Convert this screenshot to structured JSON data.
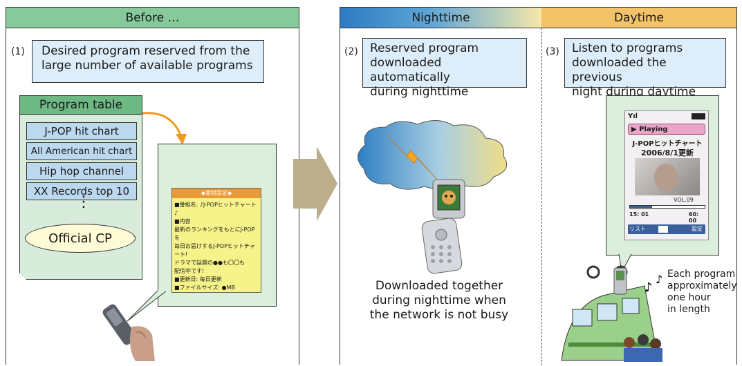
{
  "panel1": {
    "header": "Before …",
    "step_number": "(1)",
    "caption_lines": [
      "Desired program reserved from the",
      "large number of available programs"
    ],
    "program_table_title": "Program table",
    "programs": [
      "J-POP hit chart",
      "All American hit chart",
      "Hip hop channel",
      "XX Records top 10"
    ],
    "more": "⋮",
    "official": "Official CP",
    "phone_screen_title": "◆番組設定◆",
    "phone_screen_lines": [
      "■番組名: ♪J-POPヒットチャート♪",
      "■内容",
      "最新のランキングをもとにJ-POPを",
      "毎日お届けするJ-POPヒットチャート!",
      "ドラマで話題の●●も〇〇も",
      "配信中です!",
      "■更新日: 毎日更新",
      "■ファイルサイズ: ●MB"
    ]
  },
  "panel2": {
    "header": "Nighttime",
    "step_number": "(2)",
    "caption_lines": [
      "Reserved program",
      "downloaded automatically",
      "during nighttime"
    ],
    "bottom_caption_lines": [
      "Downloaded together",
      "during nighttime when",
      "the network is not busy"
    ]
  },
  "panel3": {
    "header": "Daytime",
    "step_number": "(3)",
    "caption_lines": [
      "Listen to programs",
      "downloaded the previous",
      "night during daytime"
    ],
    "screen": {
      "playing": "▶ Playing",
      "title": "J-POPヒットチャート",
      "date": "2006/8/1更新",
      "vol": "VOL.09",
      "time_start": "15: 01",
      "time_end": "60: 00",
      "btn_list": "リスト",
      "btn_setting": "設定"
    },
    "note_lines": [
      "Each program",
      "approximately",
      "one hour",
      "in length"
    ]
  },
  "colors": {
    "panel1_header": "#86c99a",
    "caption_bg": "#ddeefa",
    "daytime_header": "#f4c269",
    "nighttime_gradient_start": "#2d7bc2",
    "arrow": "#bcae8a",
    "orange_arrow": "#f29a1f"
  }
}
